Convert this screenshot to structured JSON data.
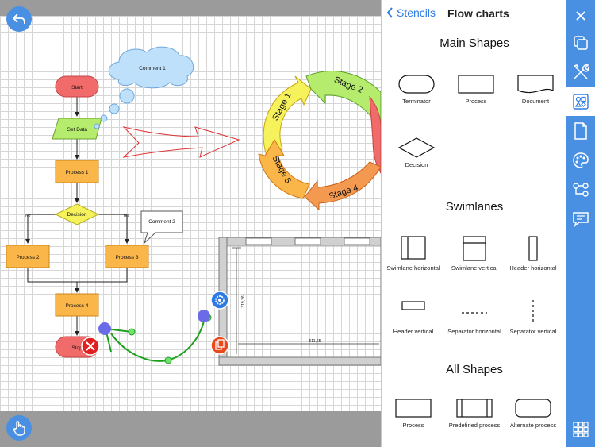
{
  "panel": {
    "back_label": "Stencils",
    "title": "Flow charts",
    "sections": [
      {
        "title": "Main Shapes",
        "items": [
          "Terminator",
          "Process",
          "Document",
          "Decision"
        ]
      },
      {
        "title": "Swimlanes",
        "items": [
          "Swimlane horizontal",
          "Swimlane vertical",
          "Header horizontal",
          "Header vertical",
          "Separator horizontal",
          "Separator vertical"
        ]
      },
      {
        "title": "All Shapes",
        "items": [
          "Process",
          "Predefined process",
          "Alternate process"
        ]
      }
    ]
  },
  "diagram": {
    "nodes": {
      "start": "Start",
      "get_data": "Get Data",
      "process1": "Process 1",
      "decision": "Decision",
      "no": "No",
      "yes": "Yes",
      "process2": "Process 2",
      "process3": "Process 3",
      "process4": "Process 4",
      "stop": "Stop",
      "comment1": "Comment 1",
      "comment2": "Comment 2"
    },
    "stages": [
      "Stage 1",
      "Stage 2",
      "Stage 4",
      "Stage 5"
    ],
    "dimensions": {
      "height": "319,26",
      "width": "511,65"
    }
  },
  "rail": {
    "icons": [
      "close-icon",
      "layers-icon",
      "tools-icon",
      "shapes-icon",
      "page-icon",
      "palette-icon",
      "connector-icon",
      "comment-icon",
      "grid-icon"
    ]
  },
  "colors": {
    "accent": "#4a90e2",
    "start": "#f26b6b",
    "data": "#b6ec6e",
    "process": "#fbb64a",
    "decision": "#f6f25c"
  }
}
